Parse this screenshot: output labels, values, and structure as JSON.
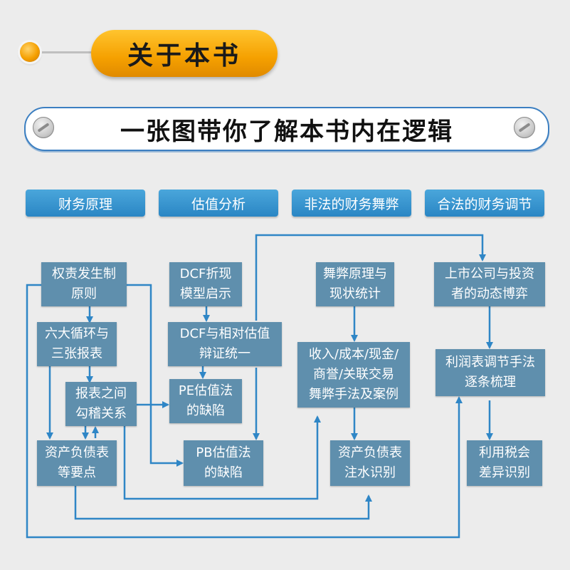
{
  "header": {
    "title": "关于本书"
  },
  "banner": {
    "title": "一张图带你了解本书内在逻辑"
  },
  "categories": [
    "财务原理",
    "估值分析",
    "非法的财务舞弊",
    "合法的财务调节"
  ],
  "nodes": {
    "accrual": [
      "权责发生制",
      "原则"
    ],
    "six_cycles": [
      "六大循环与",
      "三张报表"
    ],
    "statement_links": [
      "报表之间",
      "勾稽关系"
    ],
    "balance_points": [
      "资产负债表",
      "等要点"
    ],
    "dcf_model": [
      "DCF折现",
      "模型启示"
    ],
    "dcf_relative": [
      "DCF与相对估值",
      "辩证统一"
    ],
    "pe_flaw": [
      "PE估值法",
      "的缺陷"
    ],
    "pb_flaw": [
      "PB估值法",
      "的缺陷"
    ],
    "fraud_principle": [
      "舞弊原理与",
      "现状统计"
    ],
    "fraud_cases": [
      "收入/成本/现金/",
      "商誉/关联交易",
      "舞弊手法及案例"
    ],
    "balance_water": [
      "资产负债表",
      "注水识别"
    ],
    "listed_game": [
      "上市公司与投资",
      "者的动态博弈"
    ],
    "profit_methods": [
      "利润表调节手法",
      "逐条梳理"
    ],
    "tax_diff": [
      "利用税会",
      "差异识别"
    ]
  },
  "colors": {
    "arrow": "#2f86c6",
    "node": "#5f8fad",
    "category": "#2a86c4",
    "accent": "#f5a000"
  }
}
